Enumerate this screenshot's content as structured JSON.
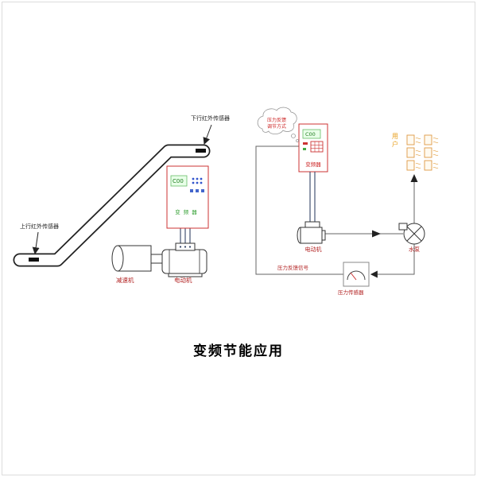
{
  "title": "变频节能应用",
  "escalator": {
    "down_sensor_label": "下行红外传感器",
    "up_sensor_label": "上行红外传感器",
    "inverter": {
      "display": "C00",
      "name": "变频器"
    },
    "reducer_label": "减速机",
    "motor_label": "电动机"
  },
  "pump_system": {
    "cloud": {
      "line1": "压力反馈",
      "line2": "调节方式"
    },
    "inverter": {
      "display": "C00",
      "name": "变频器"
    },
    "motor_label": "电动机",
    "pump_label": "水泵",
    "user_label": "用户",
    "feedback_label": "压力反馈信号",
    "pressure_sensor_label": "压力传感器"
  },
  "colors": {
    "inverter_border": "#cc3333",
    "display_green": "#2f9e2f",
    "label_red": "#b22222",
    "user_orange": "#e8a020",
    "wire_blue": "#334466"
  }
}
